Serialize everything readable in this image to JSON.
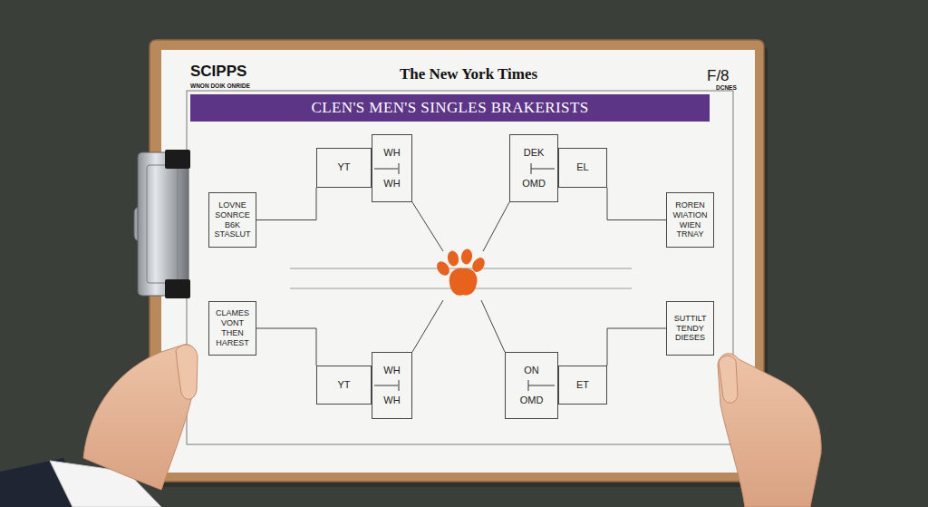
{
  "diagram": {
    "title": "CLEN'S MEN'S SINGLES BRAKERISTS",
    "nodes": [
      {
        "text": [
          "LOVNE SONRCE B6K STASLUT"
        ]
      },
      {
        "text": [
          "YT"
        ]
      },
      {
        "text": [
          "WH",
          "WH"
        ]
      },
      {
        "text": [
          "DEK",
          "OMD"
        ]
      },
      {
        "text": [
          "EL"
        ]
      },
      {
        "text": [
          "ROREN WIATION WIEN TRNAY"
        ]
      },
      {
        "text": [
          "CLAMES VONT THEN HAREST"
        ]
      },
      {
        "text": [
          "YT"
        ]
      },
      {
        "text": [
          "WH",
          "WH"
        ]
      },
      {
        "text": [
          "ON",
          "OMD"
        ]
      },
      {
        "text": [
          "ET"
        ]
      },
      {
        "text": [
          "SUTTILT TENDY DIESES"
        ]
      }
    ],
    "edges": [
      {
        "from": 0,
        "to": 1,
        "arrow": "none"
      },
      {
        "from": 5,
        "to": 4,
        "arrow": "none"
      },
      {
        "from": 6,
        "to": 7,
        "arrow": "none"
      },
      {
        "from": 11,
        "to": 10,
        "arrow": "none"
      }
    ],
    "labels": [
      "SCIPPS",
      "WNON DOIK ONRIDE",
      "The New York Times",
      "F/8",
      "DCNES"
    ]
  }
}
